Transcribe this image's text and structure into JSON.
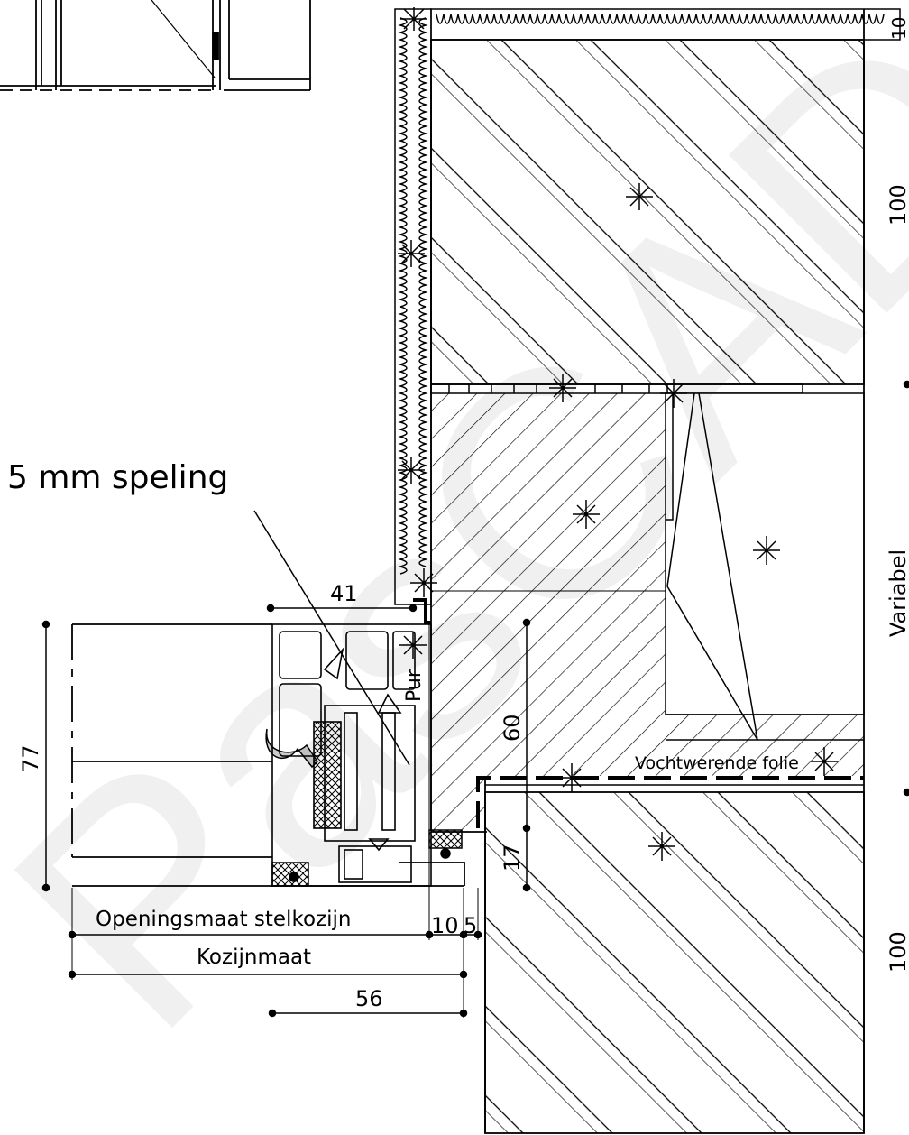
{
  "labels": {
    "clearance": "5 mm speling",
    "pur": "Pur",
    "moisture_foil": "Vochtwerende folie",
    "opening_dimension": "Openingsmaat stelkozijn",
    "frame_dimension": "Kozijnmaat",
    "variable": "Variabel"
  },
  "dimensions": {
    "d41": "41",
    "d77": "77",
    "d60": "60",
    "d17": "17",
    "d10": "10",
    "d5": "5",
    "d56": "56",
    "d100_top": "100",
    "d100_bottom": "100",
    "d10_corner": "10"
  },
  "watermark": "PasCAD",
  "colors": {
    "line": "#000000",
    "background": "#ffffff"
  }
}
